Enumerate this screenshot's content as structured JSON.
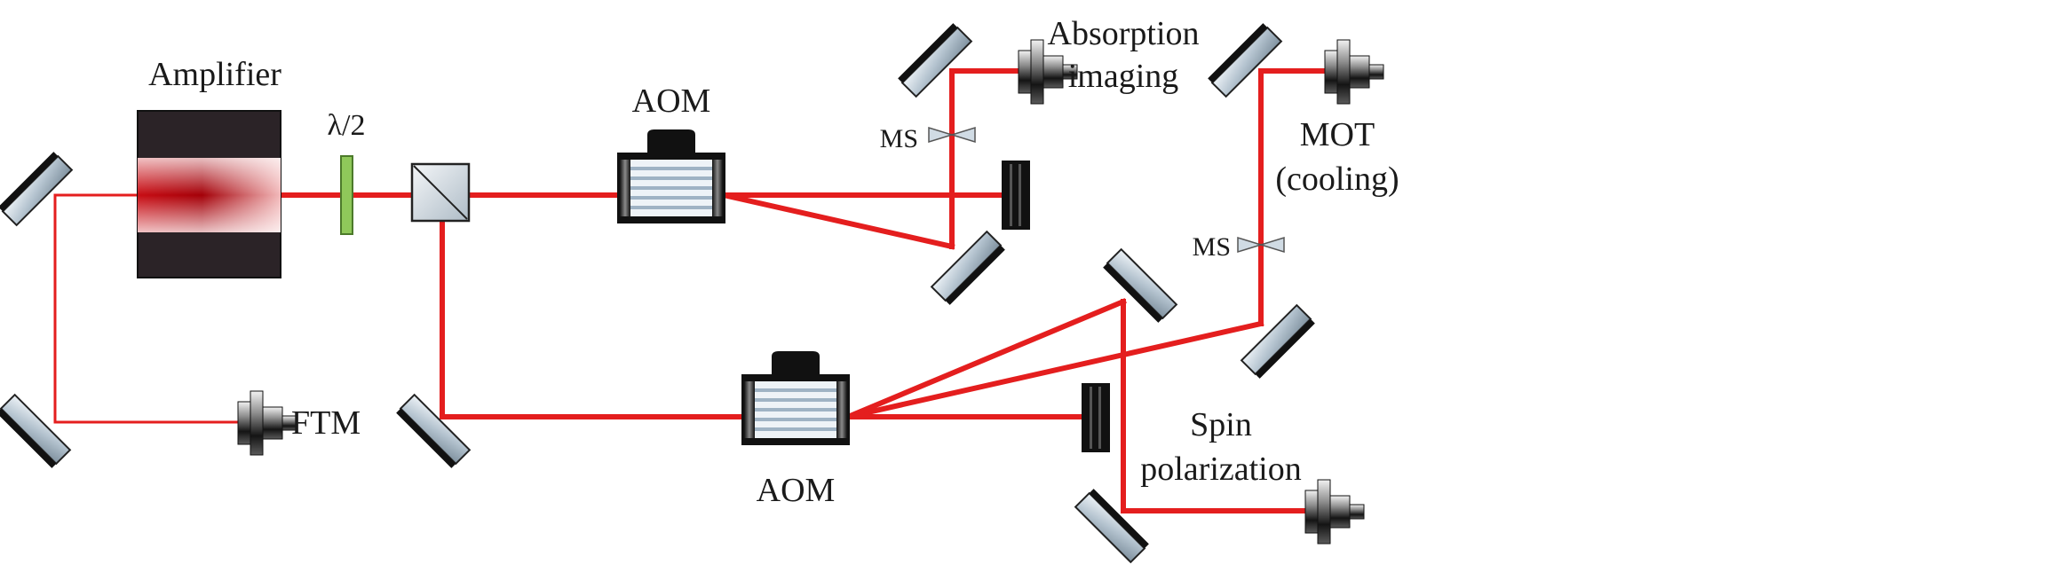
{
  "labels": {
    "amplifier": "Amplifier",
    "half_wave_plate": "λ/2",
    "aom_top": "AOM",
    "aom_bottom": "AOM",
    "absorption_line1": "Absorption",
    "absorption_line2": "imaging",
    "mot_line1": "MOT",
    "mot_line2": "(cooling)",
    "ms_left": "MS",
    "ms_right": "MS",
    "spin_line1": "Spin",
    "spin_line2": "polarization",
    "ftm": "FTM"
  },
  "colors": {
    "beam": "#e41e1e",
    "amplifier_body": "#2b2327",
    "half_wave_plate": "#8fc85a",
    "mirror_glass": "#b9c7d3",
    "mirror_back": "#111111",
    "dump": "#111111"
  }
}
